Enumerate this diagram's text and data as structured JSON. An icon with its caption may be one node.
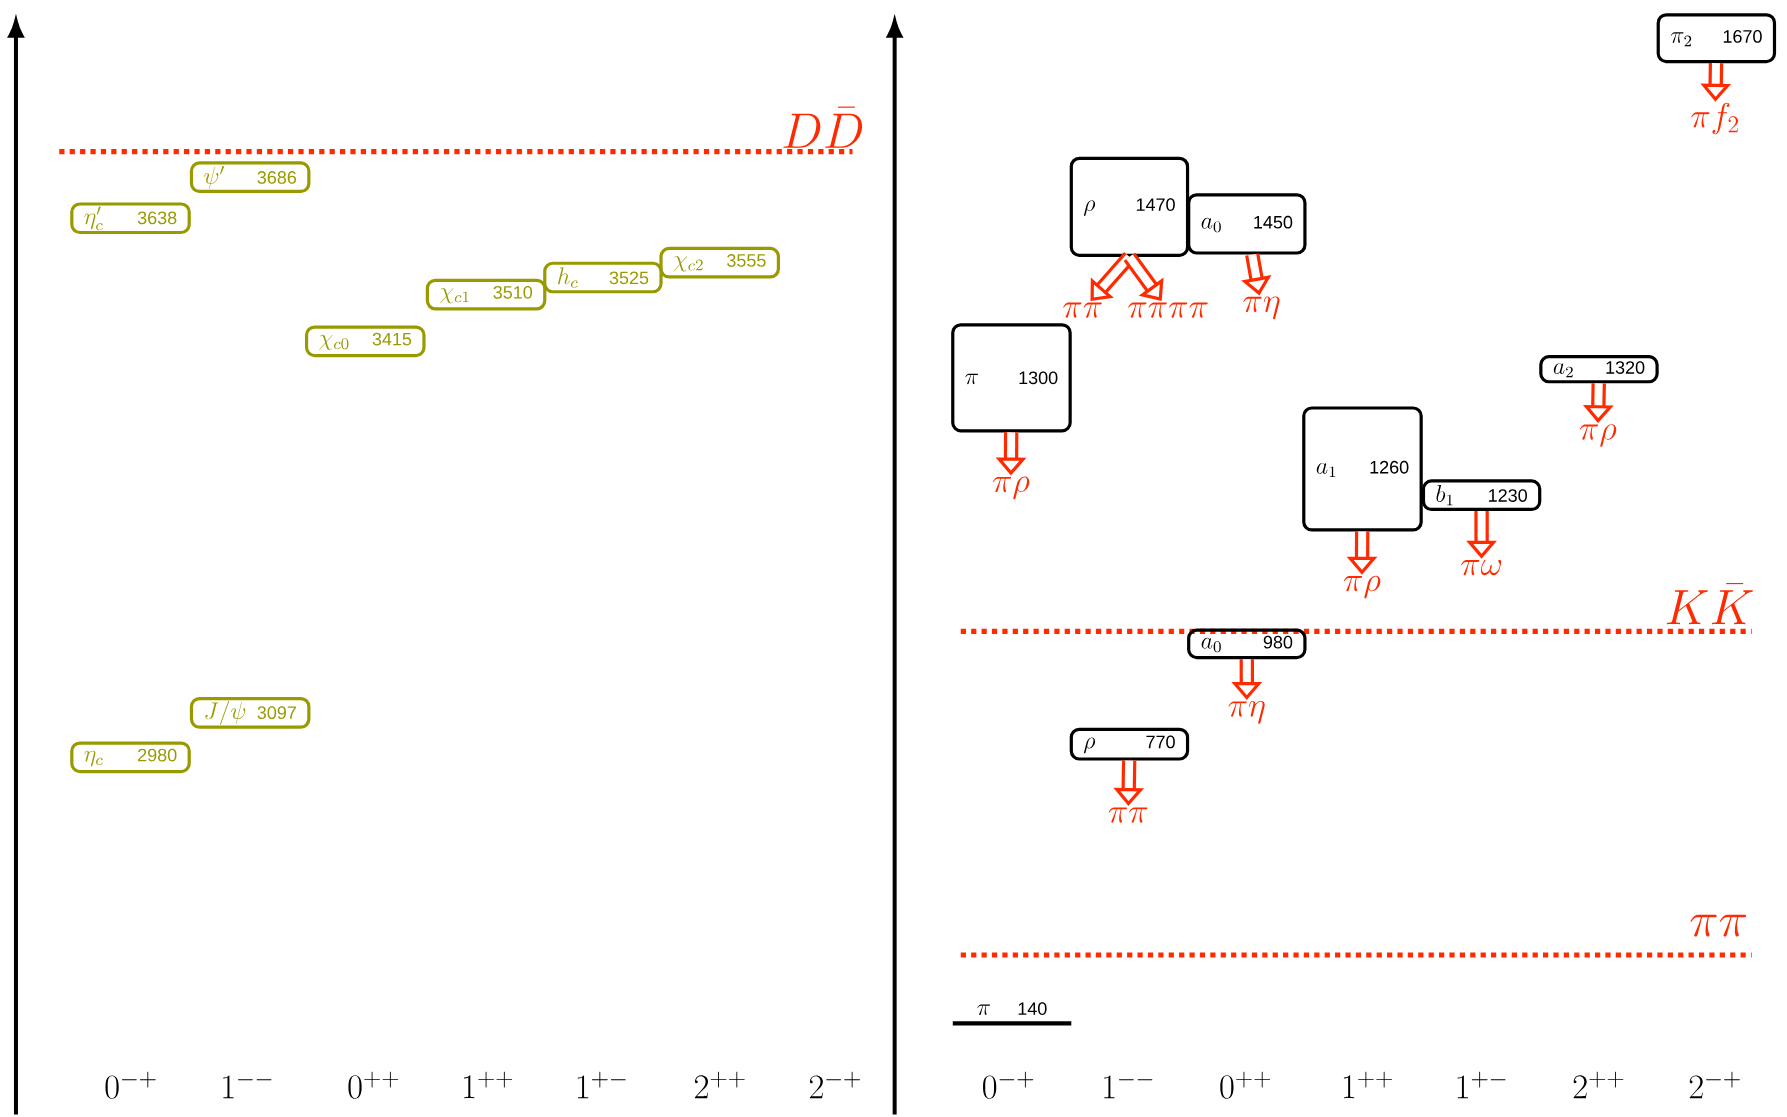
{
  "diagram": {
    "nodes": [
      {
        "text": [
          "\\psi'",
          "3686"
        ]
      },
      {
        "text": [
          "\\eta_c'",
          "3638"
        ]
      },
      {
        "text": [
          "\\chi_{c2}",
          "3555"
        ]
      },
      {
        "text": [
          "h_c",
          "3525"
        ]
      },
      {
        "text": [
          "\\chi_{c1}",
          "3510"
        ]
      },
      {
        "text": [
          "\\chi_{c0}",
          "3415"
        ]
      },
      {
        "text": [
          "J/\\psi",
          "3097"
        ]
      },
      {
        "text": [
          "\\eta_c",
          "2980"
        ]
      },
      {
        "text": [
          "\\pi_2",
          "1670"
        ]
      },
      {
        "text": [
          "\\pi f_2"
        ]
      },
      {
        "text": [
          "\\rho",
          "1470"
        ]
      },
      {
        "text": [
          "a_0",
          "1450"
        ]
      },
      {
        "text": [
          "\\pi\\pi"
        ]
      },
      {
        "text": [
          "\\pi\\pi\\pi\\pi"
        ]
      },
      {
        "text": [
          "\\pi\\eta"
        ]
      },
      {
        "text": [
          "\\pi",
          "1300"
        ]
      },
      {
        "text": [
          "a_2",
          "1320"
        ]
      },
      {
        "text": [
          "\\pi\\rho"
        ]
      },
      {
        "text": [
          "\\pi\\rho"
        ]
      },
      {
        "text": [
          "a_1",
          "1260"
        ]
      },
      {
        "text": [
          "b_1",
          "1230"
        ]
      },
      {
        "text": [
          "\\pi\\omega"
        ]
      },
      {
        "text": [
          "\\pi\\rho"
        ]
      },
      {
        "text": [
          "a_0",
          "980"
        ]
      },
      {
        "text": [
          "\\pi\\eta"
        ]
      },
      {
        "text": [
          "\\rho",
          "770"
        ]
      },
      {
        "text": [
          "\\pi\\pi"
        ]
      },
      {
        "text": [
          "\\pi",
          "140"
        ]
      }
    ],
    "edges": [
      {
        "from": 8,
        "to": 9,
        "arrow": "to"
      },
      {
        "from": 10,
        "to": 12,
        "arrow": "to"
      },
      {
        "from": 10,
        "to": 13,
        "arrow": "to"
      },
      {
        "from": 11,
        "to": 14,
        "arrow": "to"
      },
      {
        "from": 16,
        "to": 17,
        "arrow": "to"
      },
      {
        "from": 15,
        "to": 18,
        "arrow": "to"
      },
      {
        "from": 20,
        "to": 21,
        "arrow": "to"
      },
      {
        "from": 19,
        "to": 22,
        "arrow": "to"
      },
      {
        "from": 23,
        "to": 24,
        "arrow": "to"
      },
      {
        "from": 25,
        "to": 26,
        "arrow": "to"
      }
    ],
    "labels": [
      "D\\bar{D}",
      "K\\bar{K}",
      "\\pi\\pi",
      "0^{-+}",
      "1^{--}",
      "0^{++}",
      "1^{++}",
      "1^{+-}",
      "2^{++}",
      "2^{-+}",
      "0^{-+}",
      "1^{--}",
      "0^{++}",
      "1^{++}",
      "1^{+-}",
      "2^{++}",
      "2^{-+}"
    ]
  }
}
